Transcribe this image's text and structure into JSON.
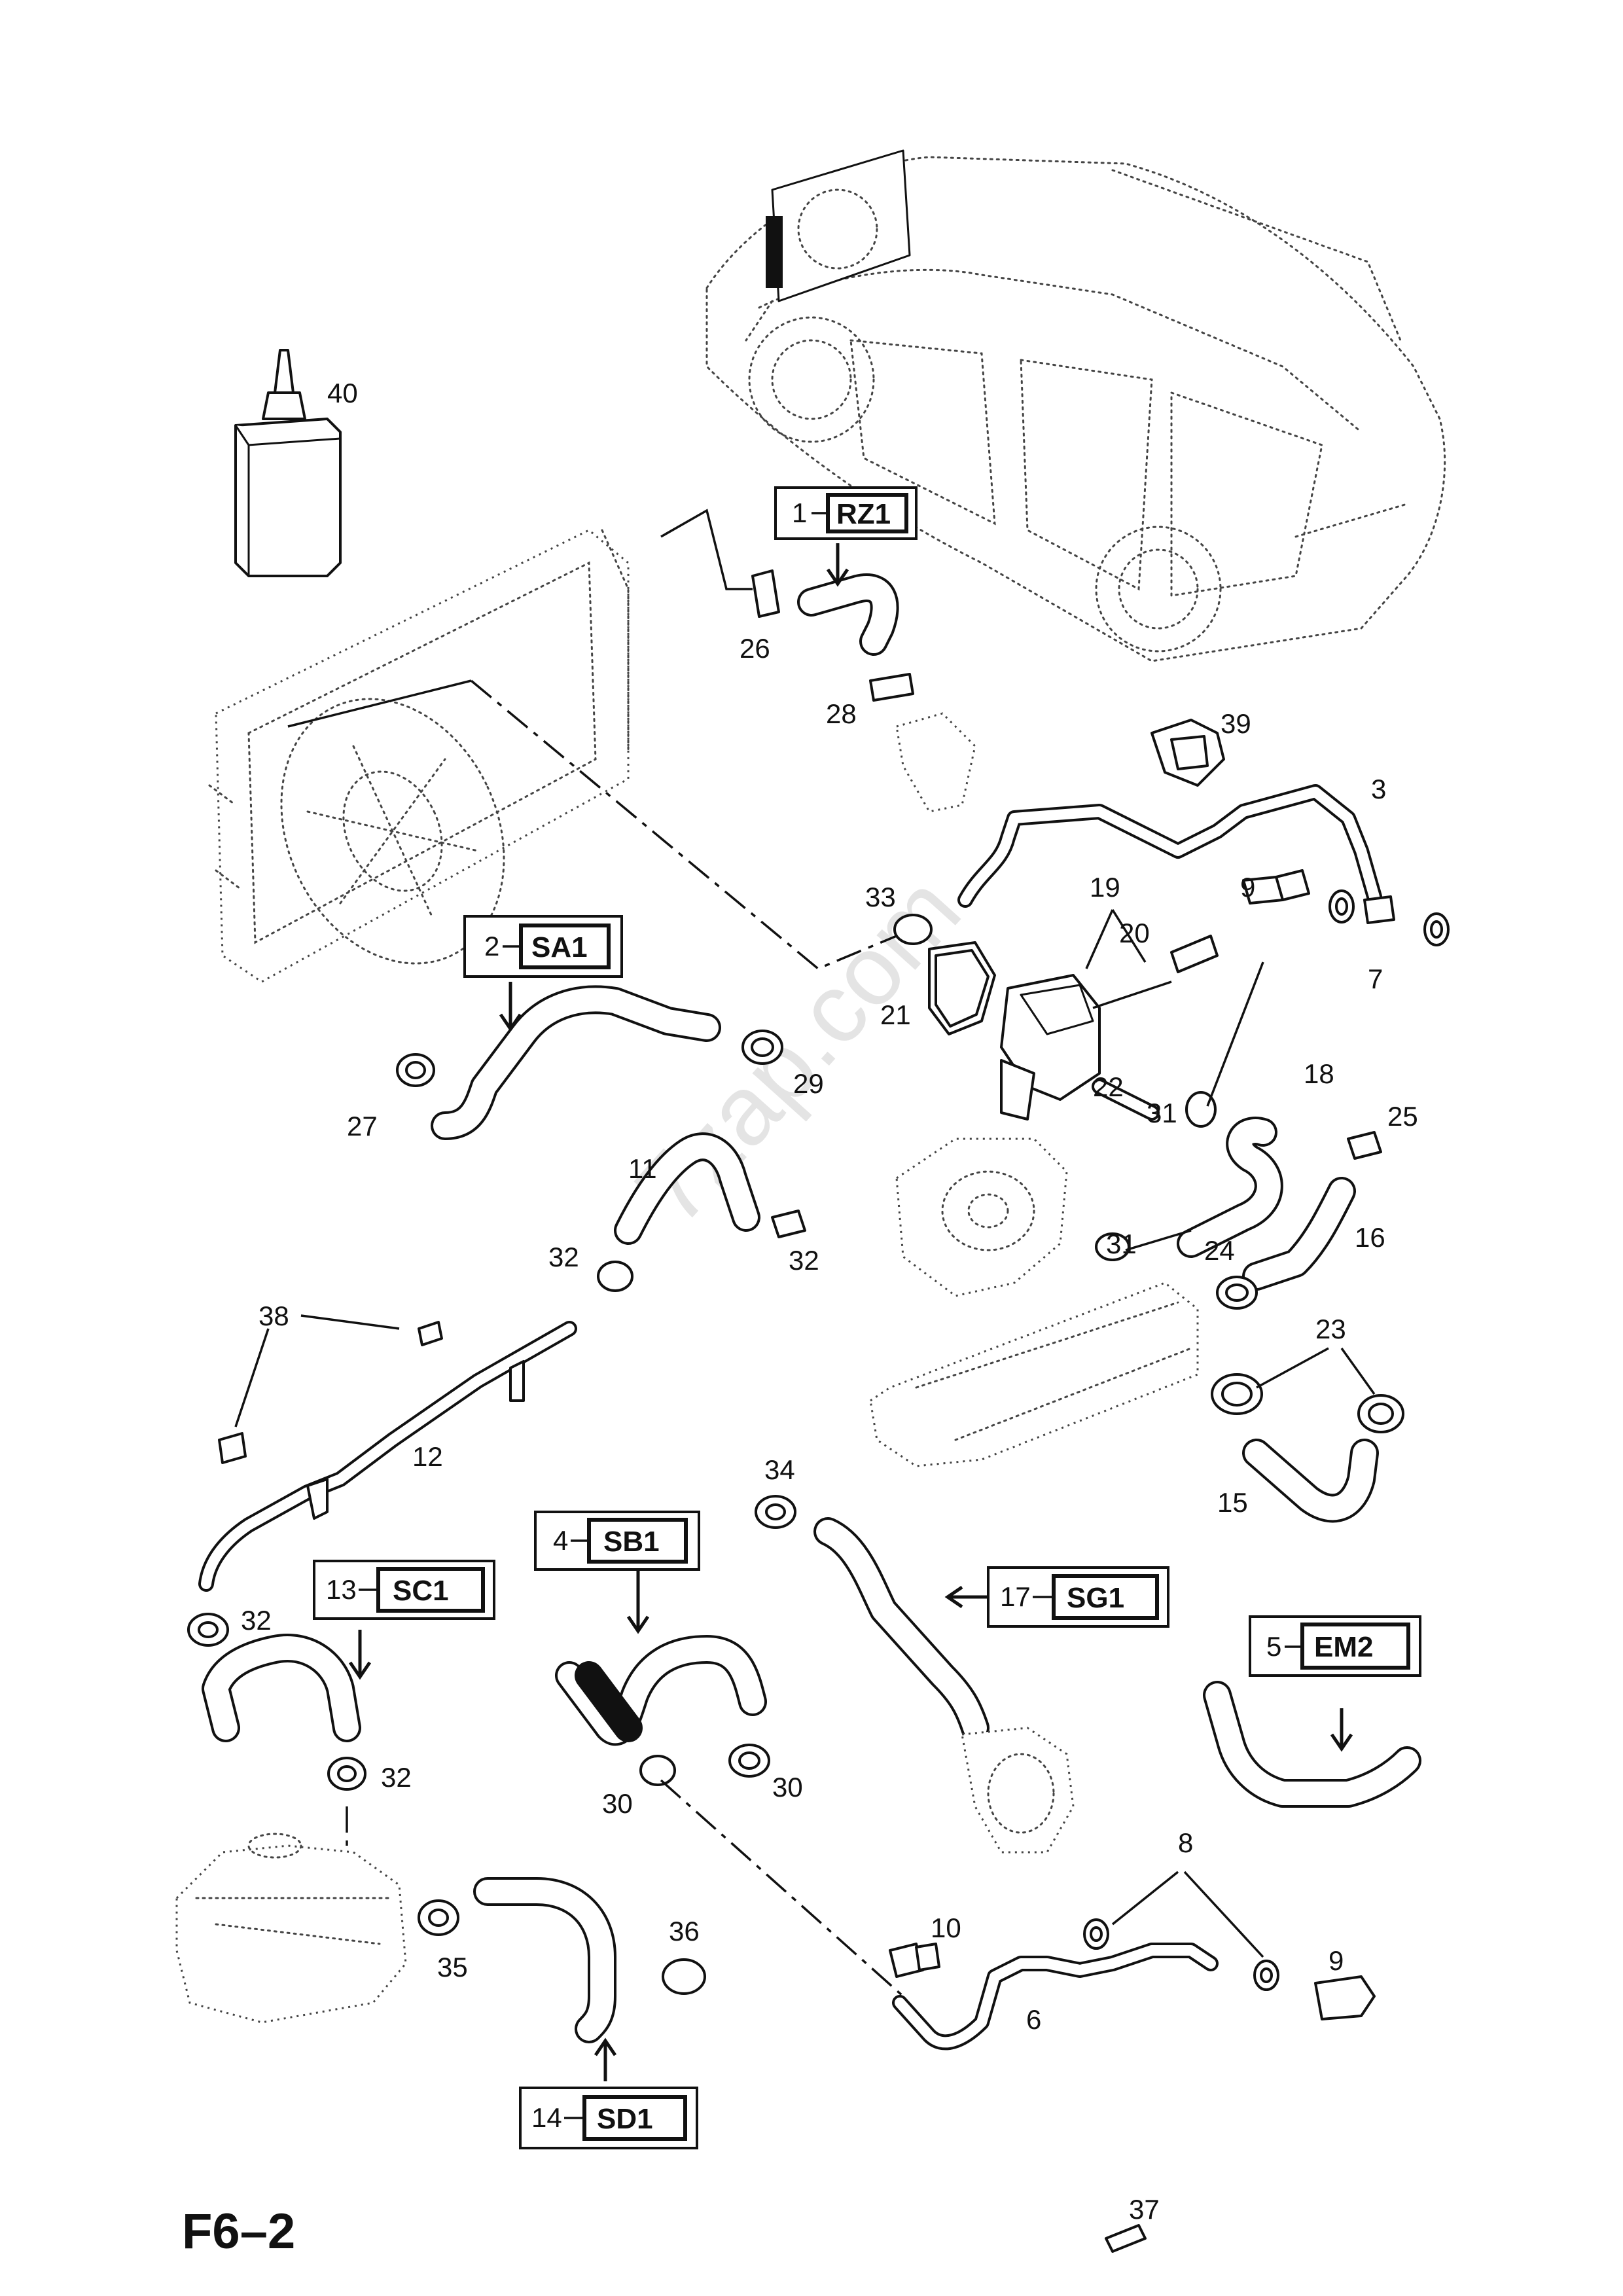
{
  "page_code": "F6–2",
  "watermark": "7zap.com",
  "callouts": {
    "c40": "40",
    "c26": "26",
    "c28": "28",
    "c39": "39",
    "c3": "3",
    "c19": "19",
    "c20": "20",
    "c33": "33",
    "c9a": "9",
    "c7": "7",
    "c21": "21",
    "c22": "22",
    "c18": "18",
    "c31a": "31",
    "c31b": "31",
    "c25": "25",
    "c16": "16",
    "c24": "24",
    "c27": "27",
    "c29": "29",
    "c11": "11",
    "c32a": "32",
    "c32b": "32",
    "c38": "38",
    "c12": "12",
    "c23": "23",
    "c15": "15",
    "c34": "34",
    "c32c": "32",
    "c32d": "32",
    "c30a": "30",
    "c30b": "30",
    "c35": "35",
    "c36": "36",
    "c10": "10",
    "c8": "8",
    "c9b": "9",
    "c6": "6",
    "c37": "37"
  },
  "group_boxes": {
    "g1": {
      "num": "1",
      "code": "RZ1"
    },
    "g2": {
      "num": "2",
      "code": "SA1"
    },
    "g4": {
      "num": "4",
      "code": "SB1"
    },
    "g5": {
      "num": "5",
      "code": "EM2"
    },
    "g13": {
      "num": "13",
      "code": "SC1"
    },
    "g14": {
      "num": "14",
      "code": "SD1"
    },
    "g17": {
      "num": "17",
      "code": "SG1"
    }
  }
}
